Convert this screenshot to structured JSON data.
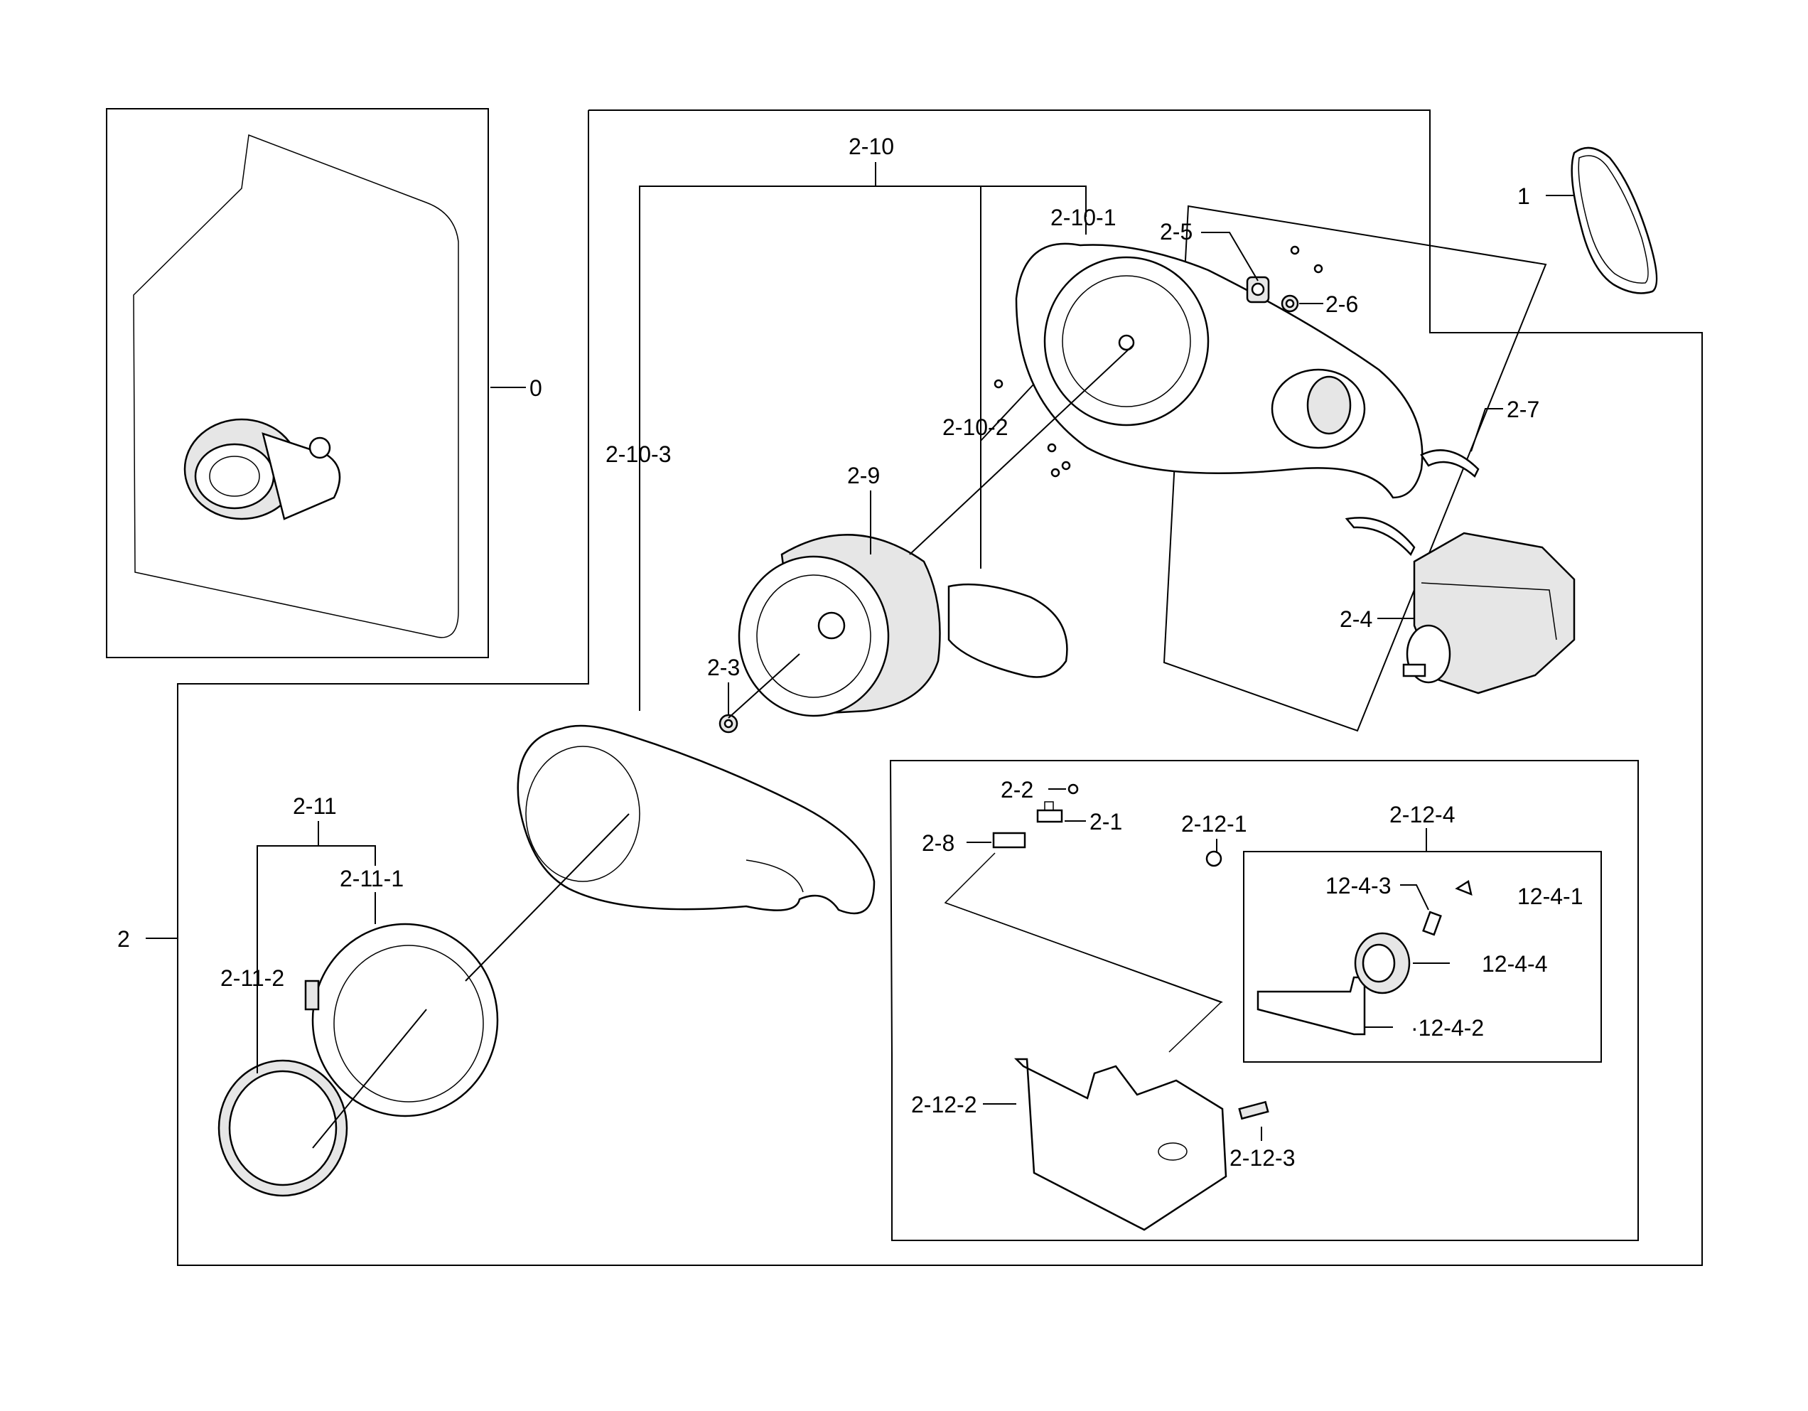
{
  "labels": {
    "l0": "0",
    "l1": "1",
    "l2": "2",
    "l2_1": "2-1",
    "l2_2": "2-2",
    "l2_3": "2-3",
    "l2_4": "2-4",
    "l2_5": "2-5",
    "l2_6": "2-6",
    "l2_7": "2-7",
    "l2_8": "2-8",
    "l2_9": "2-9",
    "l2_10": "2-10",
    "l2_10_1": "2-10-1",
    "l2_10_2": "2-10-2",
    "l2_10_3": "2-10-3",
    "l2_11": "2-11",
    "l2_11_1": "2-11-1",
    "l2_11_2": "2-11-2",
    "l2_12_1": "2-12-1",
    "l2_12_2": "2-12-2",
    "l2_12_3": "2-12-3",
    "l2_12_4": "2-12-4",
    "l12_4_1": "12-4-1",
    "l12_4_2": "·12-4-2",
    "l12_4_3": "12-4-3",
    "l12_4_4": "12-4-4"
  }
}
